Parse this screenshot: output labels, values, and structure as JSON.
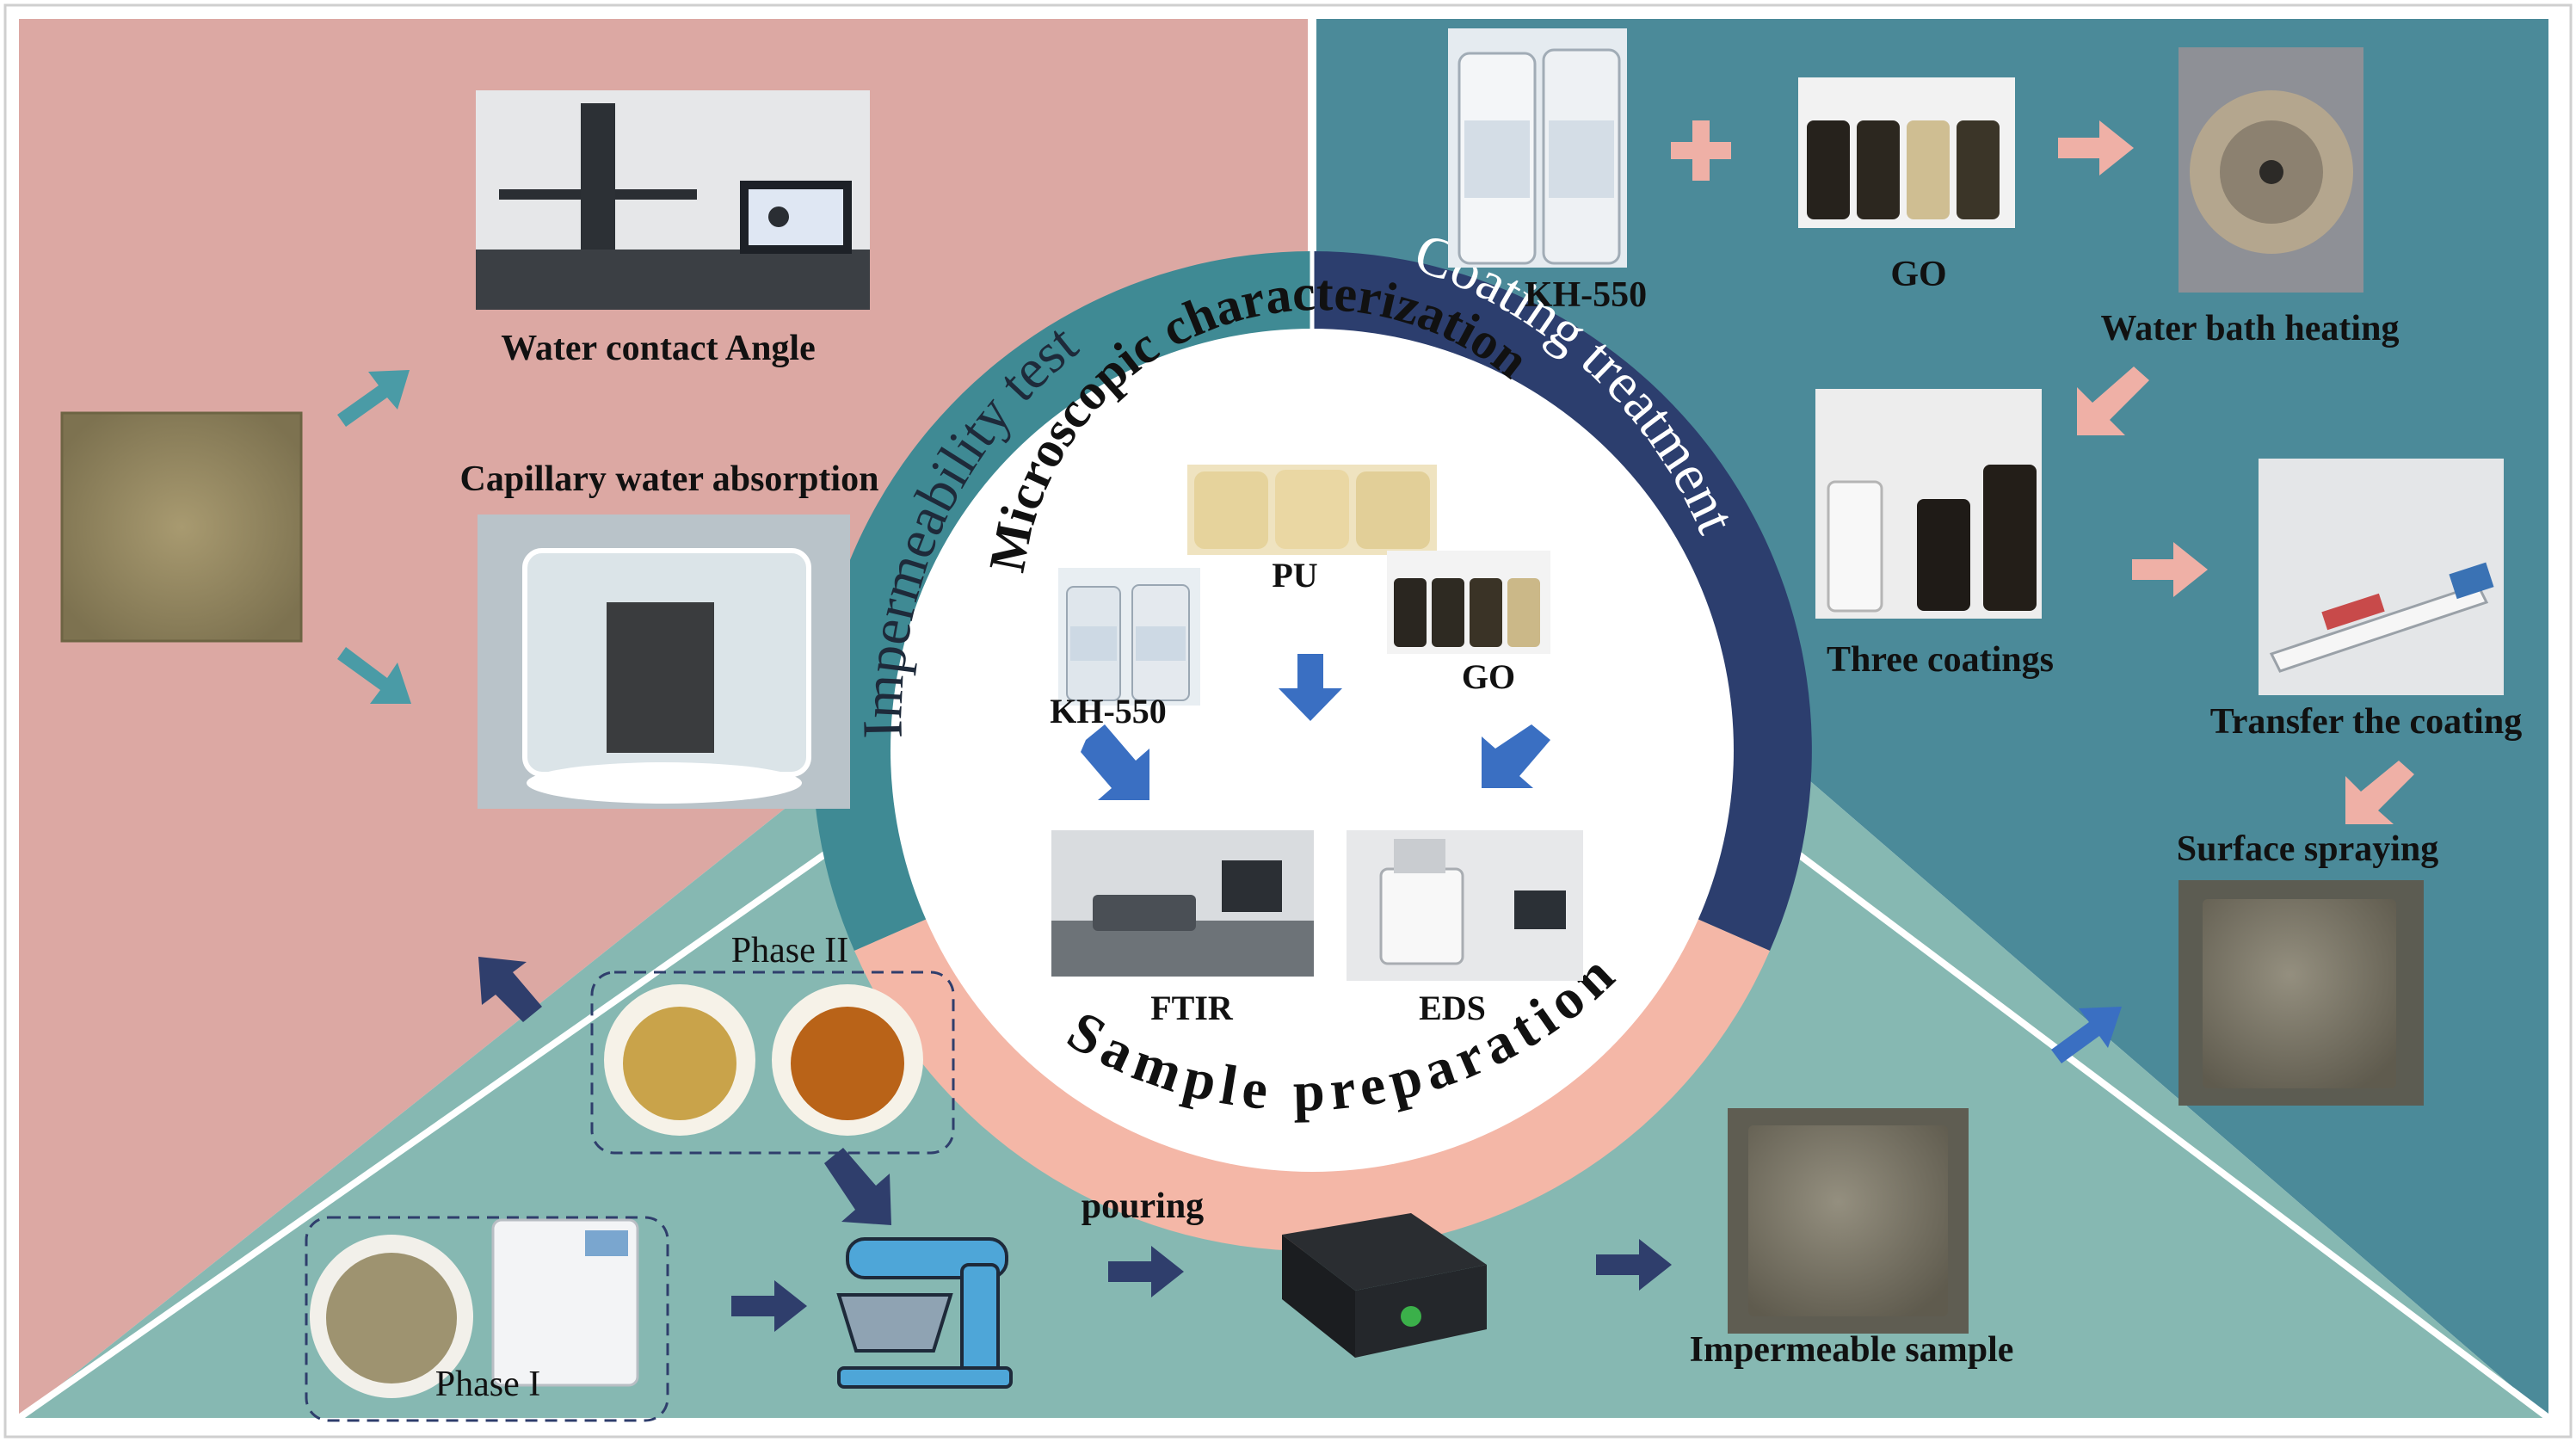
{
  "colors": {
    "impermeability_bg": "#dca8a3",
    "coating_bg": "#4b8a99",
    "sample_bg": "#86b8b2",
    "ring_teal": "#3f8a94",
    "ring_navy": "#2c3e6e",
    "ring_salmon": "#f4b7a7",
    "arrow_teal": "#4a9ba6",
    "arrow_navy": "#2f3e6c",
    "arrow_blue": "#3a6fc2",
    "arrow_pink": "#efb0a6"
  },
  "ring": {
    "impermeability": "Impermeability test",
    "coating": "Coating treatment",
    "sample": "Sample preparation"
  },
  "center": {
    "title": "Microscopic characterization",
    "pu": "PU",
    "kh550": "KH-550",
    "go": "GO",
    "ftir": "FTIR",
    "eds": "EDS"
  },
  "impermeability": {
    "water_contact_angle": "Water contact Angle",
    "capillary": "Capillary water absorption"
  },
  "coating": {
    "kh550": "KH-550",
    "go": "GO",
    "water_bath": "Water bath heating",
    "three_coatings": "Three coatings",
    "transfer": "Transfer the coating",
    "surface_spraying": "Surface spraying"
  },
  "sample": {
    "phase2": "Phase II",
    "phase1": "Phase I",
    "pouring": "pouring",
    "impermeable": "Impermeable sample"
  }
}
